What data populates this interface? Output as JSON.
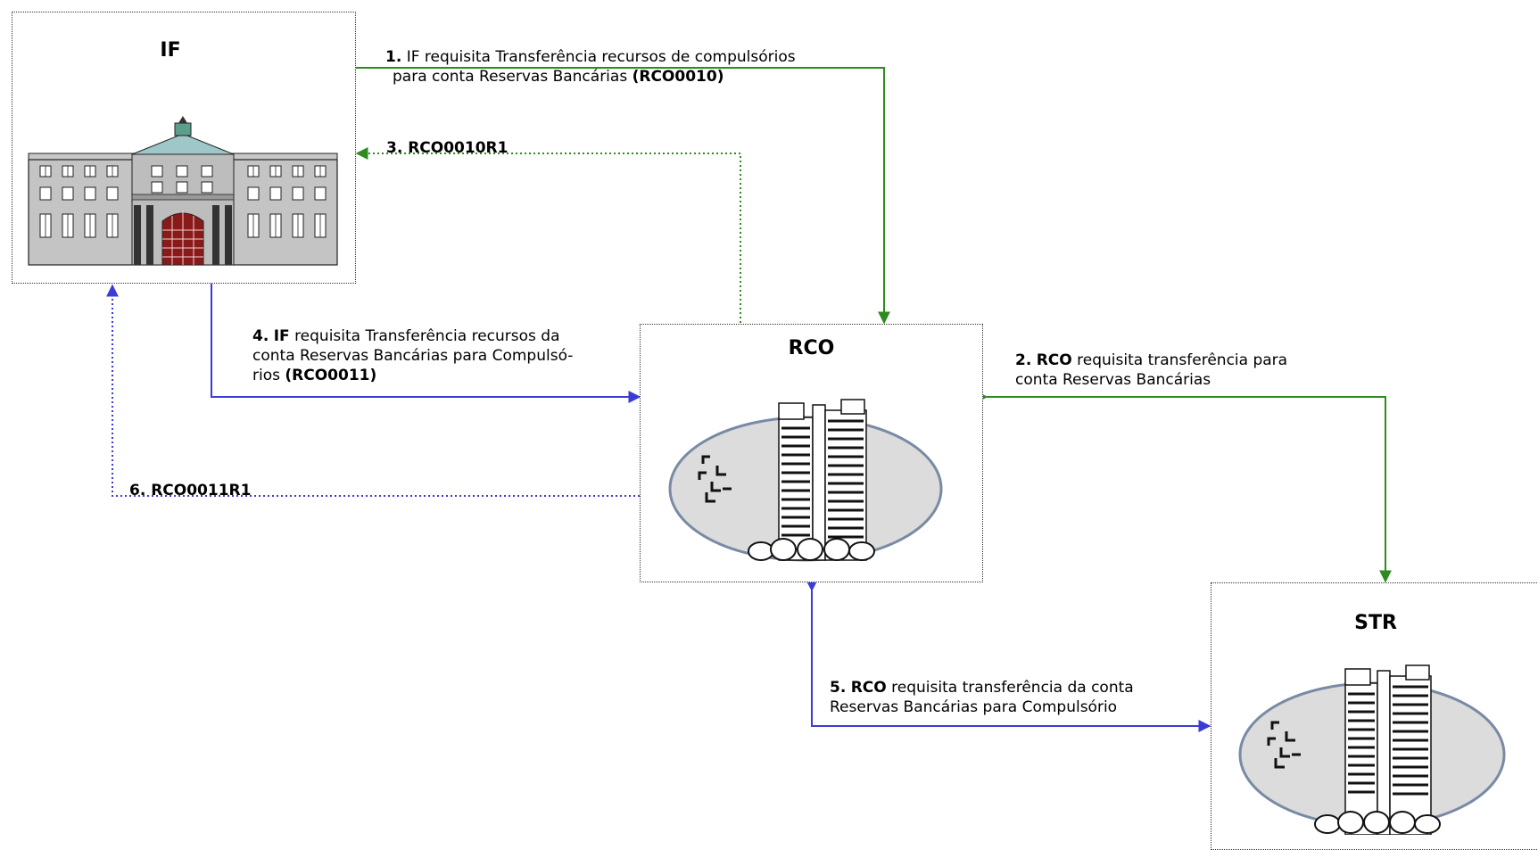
{
  "nodes": {
    "if": {
      "title": "IF",
      "icon": "bank-building-icon"
    },
    "rco": {
      "title": "RCO",
      "icon": "central-bank-tower-icon"
    },
    "str": {
      "title": "STR",
      "icon": "central-bank-tower-icon"
    }
  },
  "edges": {
    "e1": {
      "num": "1.",
      "text1": "IF requisita Transferência recursos de compulsórios",
      "text2_pre": "para conta Reservas Bancárias ",
      "text2_bold": "(RCO0010)",
      "from": "IF",
      "to": "RCO",
      "style": "solid",
      "color": "#2e8b1e"
    },
    "e2": {
      "num": "2.",
      "bold": "RCO",
      "text1": "requisita transferência para",
      "text2": "conta Reservas Bancárias",
      "from": "RCO",
      "to": "STR",
      "style": "solid",
      "color": "#2e8b1e"
    },
    "e3": {
      "label": "3. RCO0010R1",
      "from": "RCO",
      "to": "IF",
      "style": "dotted",
      "color": "#2e8b1e"
    },
    "e4": {
      "num": "4.",
      "bold": "IF",
      "text1": "requisita Transferência recursos da",
      "text2": "conta Reservas Bancárias para Compulsó-",
      "text3_pre": "rios ",
      "text3_bold": "(RCO0011)",
      "from": "IF",
      "to": "RCO",
      "style": "solid",
      "color": "#3b3bd6"
    },
    "e5": {
      "num": "5.",
      "bold": "RCO",
      "text1": "requisita transferência da conta",
      "text2": "Reservas Bancárias para Compulsório",
      "from": "RCO",
      "to": "STR",
      "style": "solid",
      "color": "#3b3bd6"
    },
    "e6": {
      "label": "6. RCO0011R1",
      "from": "RCO",
      "to": "IF",
      "style": "dotted",
      "color": "#3b3bd6"
    }
  }
}
